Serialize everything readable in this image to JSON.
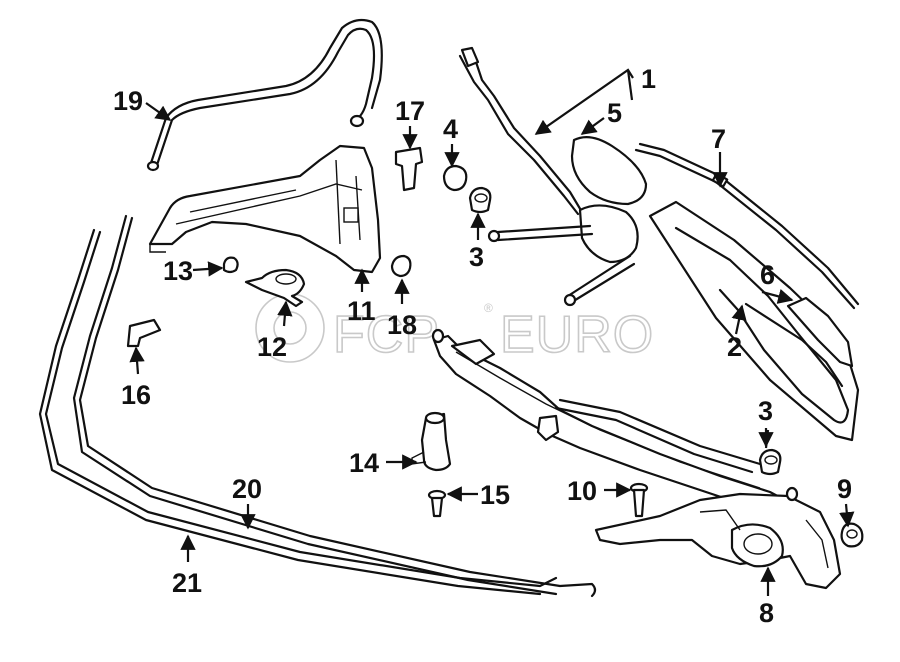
{
  "watermark": {
    "brand": "FCP",
    "suffix": "EURO",
    "registered_mark": "®"
  },
  "callouts": [
    {
      "id": "c1",
      "label": "1"
    },
    {
      "id": "c2",
      "label": "2"
    },
    {
      "id": "c3a",
      "label": "3"
    },
    {
      "id": "c3b",
      "label": "3"
    },
    {
      "id": "c4",
      "label": "4"
    },
    {
      "id": "c5",
      "label": "5"
    },
    {
      "id": "c6",
      "label": "6"
    },
    {
      "id": "c7",
      "label": "7"
    },
    {
      "id": "c8",
      "label": "8"
    },
    {
      "id": "c9",
      "label": "9"
    },
    {
      "id": "c10",
      "label": "10"
    },
    {
      "id": "c11",
      "label": "11"
    },
    {
      "id": "c12",
      "label": "12"
    },
    {
      "id": "c13",
      "label": "13"
    },
    {
      "id": "c14",
      "label": "14"
    },
    {
      "id": "c15",
      "label": "15"
    },
    {
      "id": "c16",
      "label": "16"
    },
    {
      "id": "c17",
      "label": "17"
    },
    {
      "id": "c18",
      "label": "18"
    },
    {
      "id": "c19",
      "label": "19"
    },
    {
      "id": "c20",
      "label": "20"
    },
    {
      "id": "c21",
      "label": "21"
    }
  ]
}
